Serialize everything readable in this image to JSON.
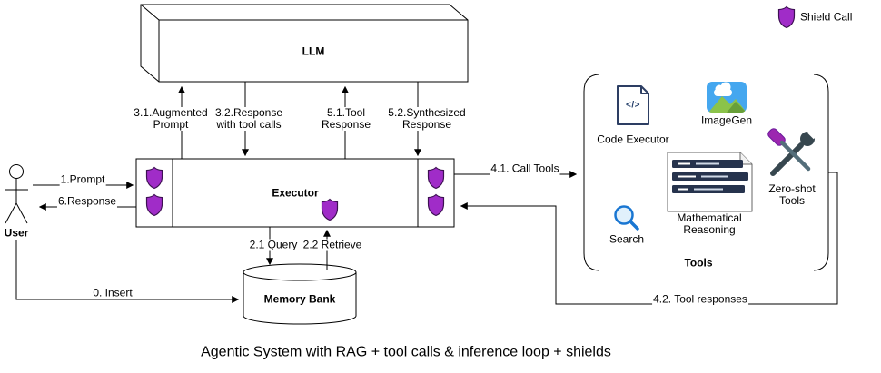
{
  "title": "Agentic System with RAG + tool calls & inference loop + shields",
  "legend": {
    "shield_call": "Shield Call"
  },
  "nodes": {
    "llm": "LLM",
    "executor": "Executor",
    "user": "User",
    "memory_bank": "Memory Bank"
  },
  "tools": {
    "group_label": "Tools",
    "code_executor": "Code Executor",
    "code_glyph": "</>",
    "imagegen": "ImageGen",
    "search": "Search",
    "math_line1": "Mathematical",
    "math_line2": "Reasoning",
    "zeroshot_line1": "Zero-shot",
    "zeroshot_line2": "Tools"
  },
  "edges": {
    "prompt": "1.Prompt",
    "response": "6.Response",
    "augmented_line1": "3.1.Augmented",
    "augmented_line2": "Prompt",
    "tool_calls_line1": "3.2.Response",
    "tool_calls_line2": "with tool calls",
    "tool_response_line1": "5.1.Tool",
    "tool_response_line2": "Response",
    "synthesized_line1": "5.2.Synthesized",
    "synthesized_line2": "Response",
    "query": "2.1 Query",
    "retrieve": "2.2 Retrieve",
    "insert": "0. Insert",
    "call_tools": "4.1. Call Tools",
    "tool_responses": "4.2. Tool responses"
  },
  "colors": {
    "shield_fill": "#A02CC8",
    "accent_blue": "#1976D2"
  }
}
